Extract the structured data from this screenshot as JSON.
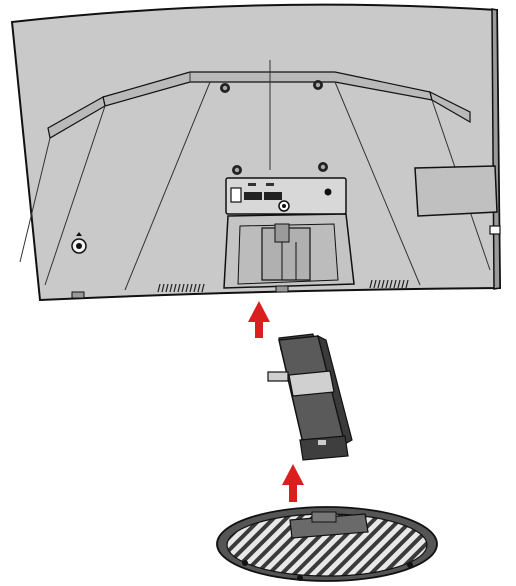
{
  "diagram": {
    "colors": {
      "panel": "#c9c9c9",
      "panel_dark": "#b4b4b4",
      "outline": "#111111",
      "arrow": "#d9201f",
      "stand": "#555555",
      "base": "#4a4a4a",
      "background": "#ffffff"
    },
    "components": [
      {
        "id": "monitor",
        "kind": "curved monitor, rear view"
      },
      {
        "id": "stand-arm",
        "kind": "stand neck"
      },
      {
        "id": "stand-base",
        "kind": "round stand base"
      }
    ],
    "arrows": [
      {
        "direction": "up",
        "from": "stand-arm",
        "to": "monitor"
      },
      {
        "direction": "up",
        "from": "stand-base",
        "to": "stand-arm"
      }
    ],
    "icons": [
      "power-icon",
      "hdmi-port-icon",
      "displayport-icon",
      "audio-jack-icon",
      "lock-slot-icon"
    ]
  }
}
